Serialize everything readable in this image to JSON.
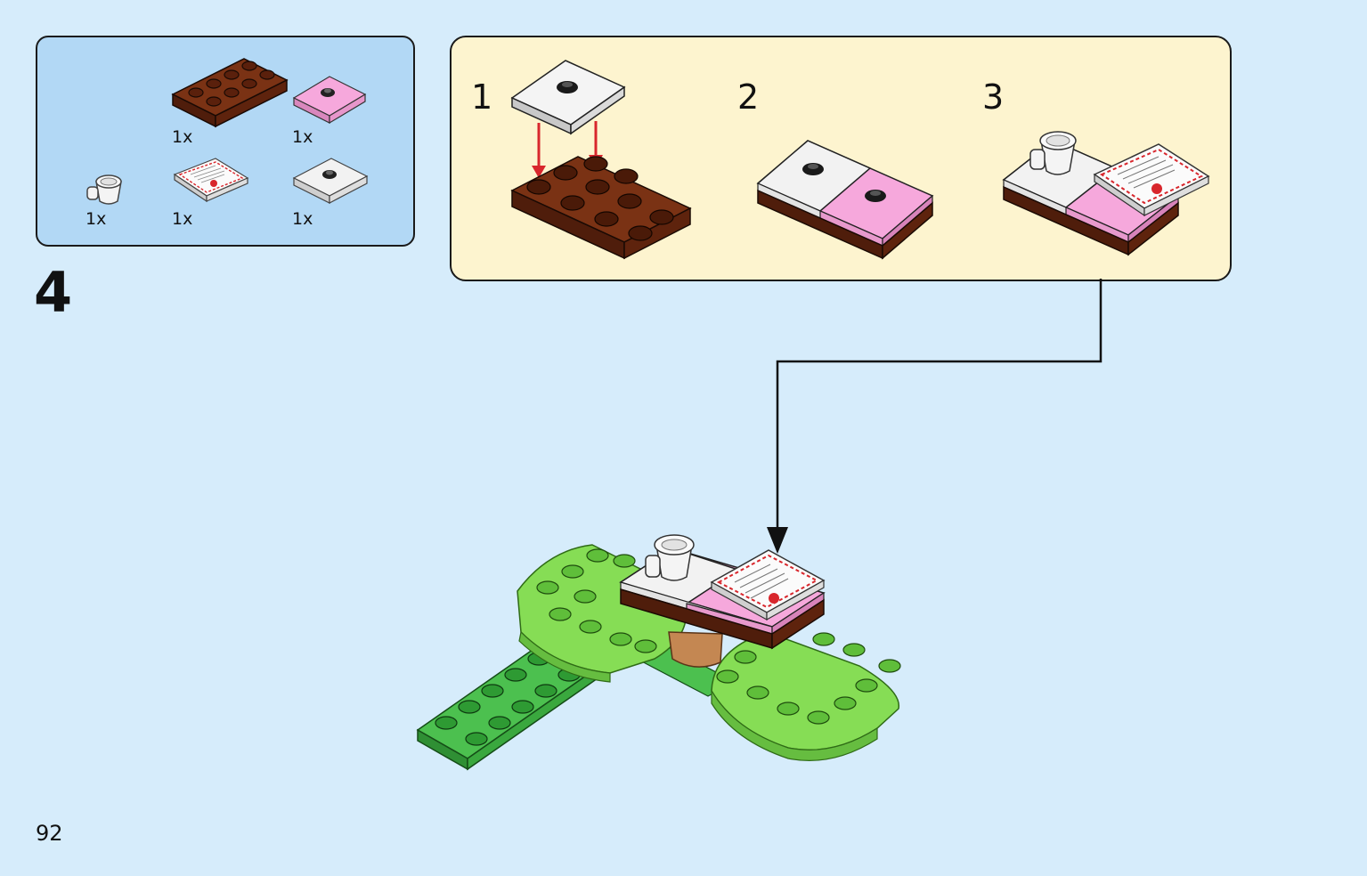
{
  "parts_list": {
    "items": [
      {
        "part": "brown-plate-2x4",
        "quantity": "1x"
      },
      {
        "part": "pink-tile-2x2-with-stud",
        "quantity": "1x"
      },
      {
        "part": "white-cup",
        "quantity": "1x"
      },
      {
        "part": "printed-letter-tile",
        "quantity": "1x"
      },
      {
        "part": "white-tile-2x2-with-stud",
        "quantity": "1x"
      }
    ]
  },
  "sub_steps": [
    "1",
    "2",
    "3"
  ],
  "step_number": "4",
  "page_number": "92",
  "colors": {
    "background": "#d6ecfb",
    "parts_box": "#b2d8f5",
    "substep_box": "#fdf4cf",
    "brown": "#6b2a13",
    "pink": "#f4a7dc",
    "white": "#eeeeee",
    "green": "#7ed957",
    "dark_green": "#3aa84a",
    "arrow_red": "#d8262c"
  }
}
